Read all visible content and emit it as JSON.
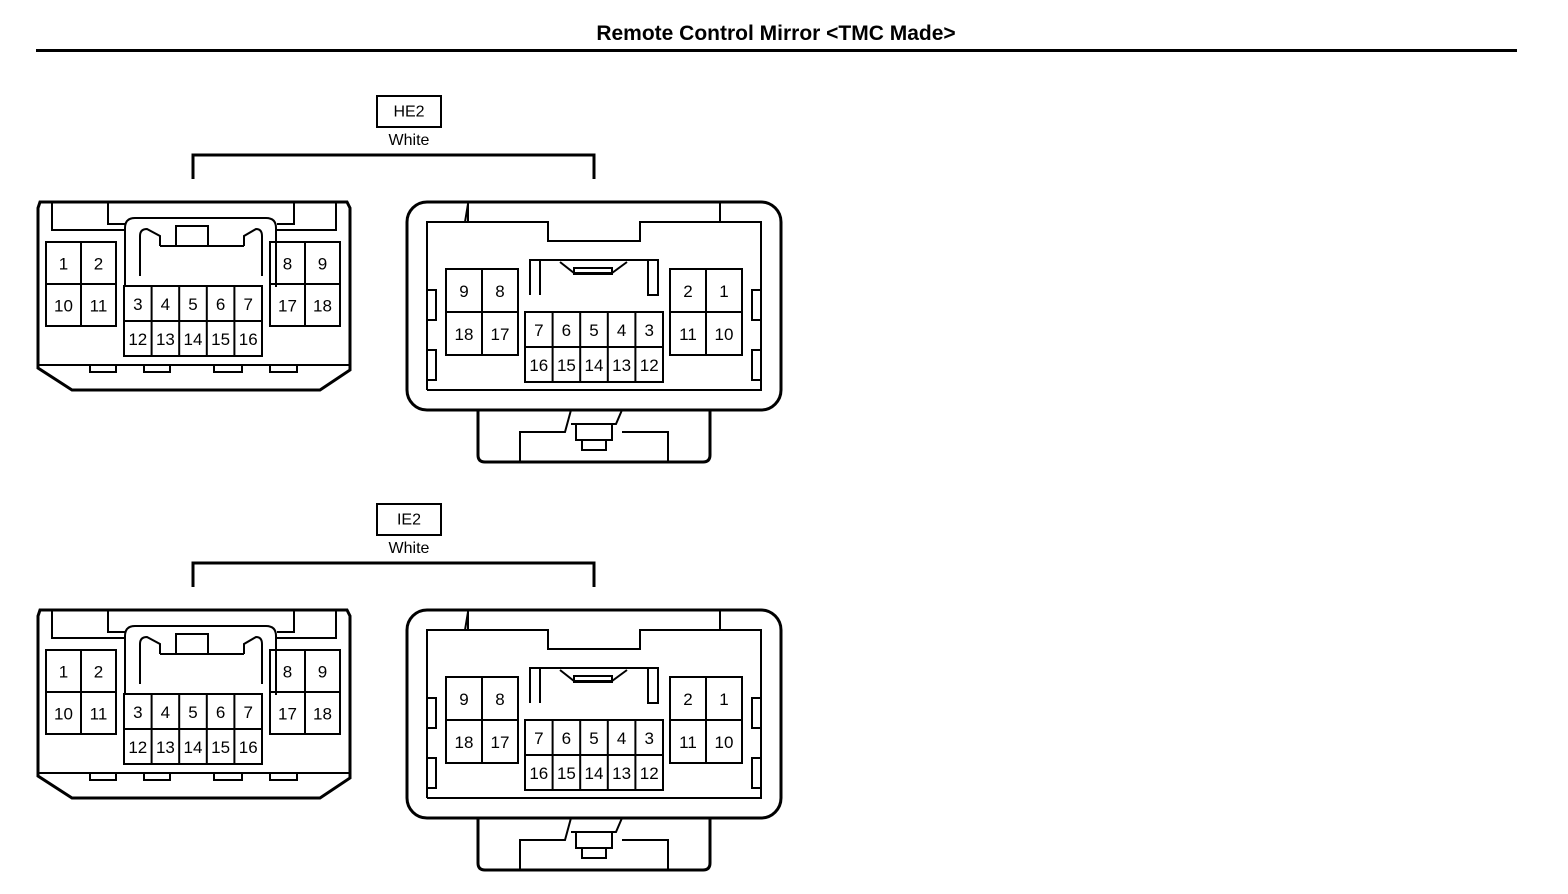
{
  "title": "Remote Control Mirror <TMC Made>",
  "connectors": [
    {
      "code": "HE2",
      "color": "White",
      "male": {
        "left_top": [
          "1",
          "2"
        ],
        "left_bottom": [
          "10",
          "11"
        ],
        "center_top": [
          "3",
          "4",
          "5",
          "6",
          "7"
        ],
        "center_bottom": [
          "12",
          "13",
          "14",
          "15",
          "16"
        ],
        "right_top": [
          "8",
          "9"
        ],
        "right_bottom": [
          "17",
          "18"
        ]
      },
      "female": {
        "left_top": [
          "9",
          "8"
        ],
        "left_bottom": [
          "18",
          "17"
        ],
        "center_top": [
          "7",
          "6",
          "5",
          "4",
          "3"
        ],
        "center_bottom": [
          "16",
          "15",
          "14",
          "13",
          "12"
        ],
        "right_top": [
          "2",
          "1"
        ],
        "right_bottom": [
          "11",
          "10"
        ]
      }
    },
    {
      "code": "IE2",
      "color": "White",
      "male": {
        "left_top": [
          "1",
          "2"
        ],
        "left_bottom": [
          "10",
          "11"
        ],
        "center_top": [
          "3",
          "4",
          "5",
          "6",
          "7"
        ],
        "center_bottom": [
          "12",
          "13",
          "14",
          "15",
          "16"
        ],
        "right_top": [
          "8",
          "9"
        ],
        "right_bottom": [
          "17",
          "18"
        ]
      },
      "female": {
        "left_top": [
          "9",
          "8"
        ],
        "left_bottom": [
          "18",
          "17"
        ],
        "center_top": [
          "7",
          "6",
          "5",
          "4",
          "3"
        ],
        "center_bottom": [
          "16",
          "15",
          "14",
          "13",
          "12"
        ],
        "right_top": [
          "2",
          "1"
        ],
        "right_bottom": [
          "11",
          "10"
        ]
      }
    }
  ]
}
